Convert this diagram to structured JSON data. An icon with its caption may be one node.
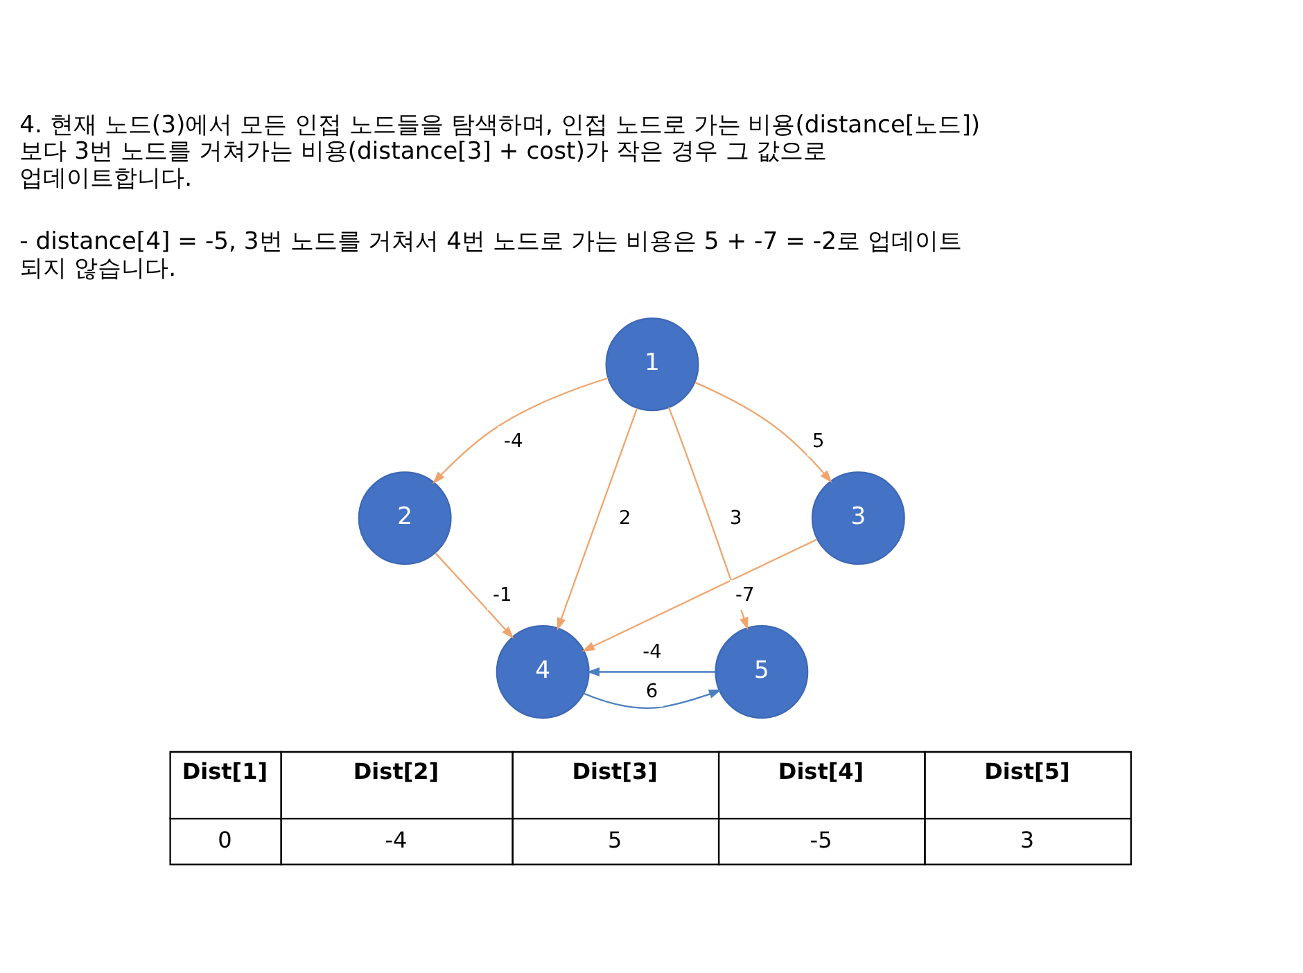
{
  "diagram": {
    "nodes": [
      {
        "text": [
          "1"
        ]
      },
      {
        "text": [
          "2"
        ]
      },
      {
        "text": [
          "3"
        ]
      },
      {
        "text": [
          "4"
        ]
      },
      {
        "text": [
          "5"
        ]
      }
    ],
    "edges": [
      {
        "from": 0,
        "to": 1,
        "arrow": "to",
        "label": "-4"
      },
      {
        "from": 0,
        "to": 3,
        "arrow": "to",
        "label": "2"
      },
      {
        "from": 0,
        "to": 4,
        "arrow": "to",
        "label": "3"
      },
      {
        "from": 0,
        "to": 2,
        "arrow": "to",
        "label": "5"
      },
      {
        "from": 1,
        "to": 3,
        "arrow": "to",
        "label": "-1"
      },
      {
        "from": 2,
        "to": 3,
        "arrow": "to",
        "label": "-7"
      },
      {
        "from": 4,
        "to": 3,
        "arrow": "to",
        "label": "-4",
        "color": "#4a7fc0"
      },
      {
        "from": 3,
        "to": 4,
        "arrow": "to",
        "label": "6",
        "color": "#4a7fc0"
      }
    ],
    "labels": [
      "4. 현재 노드(3)에서 모든 인접 노드들을 탐색하며, 인접 노드로 가는 비용(distance[노드]) 보다 3번 노드를 거쳐가는 비용(distance[3] + cost)가 작은 경우 그 값으로 업데이트합니다.",
      "- distance[4] = -5, 3번 노드를 거쳐서 4번 노드로 가는 비용은 5 + -7 = -2로 업데이트 되지 않습니다.",
      "Dist[1]",
      "Dist[2]",
      "Dist[3]",
      "Dist[4]",
      "Dist[5]",
      "0",
      "-4",
      "5",
      "-5",
      "3"
    ]
  }
}
